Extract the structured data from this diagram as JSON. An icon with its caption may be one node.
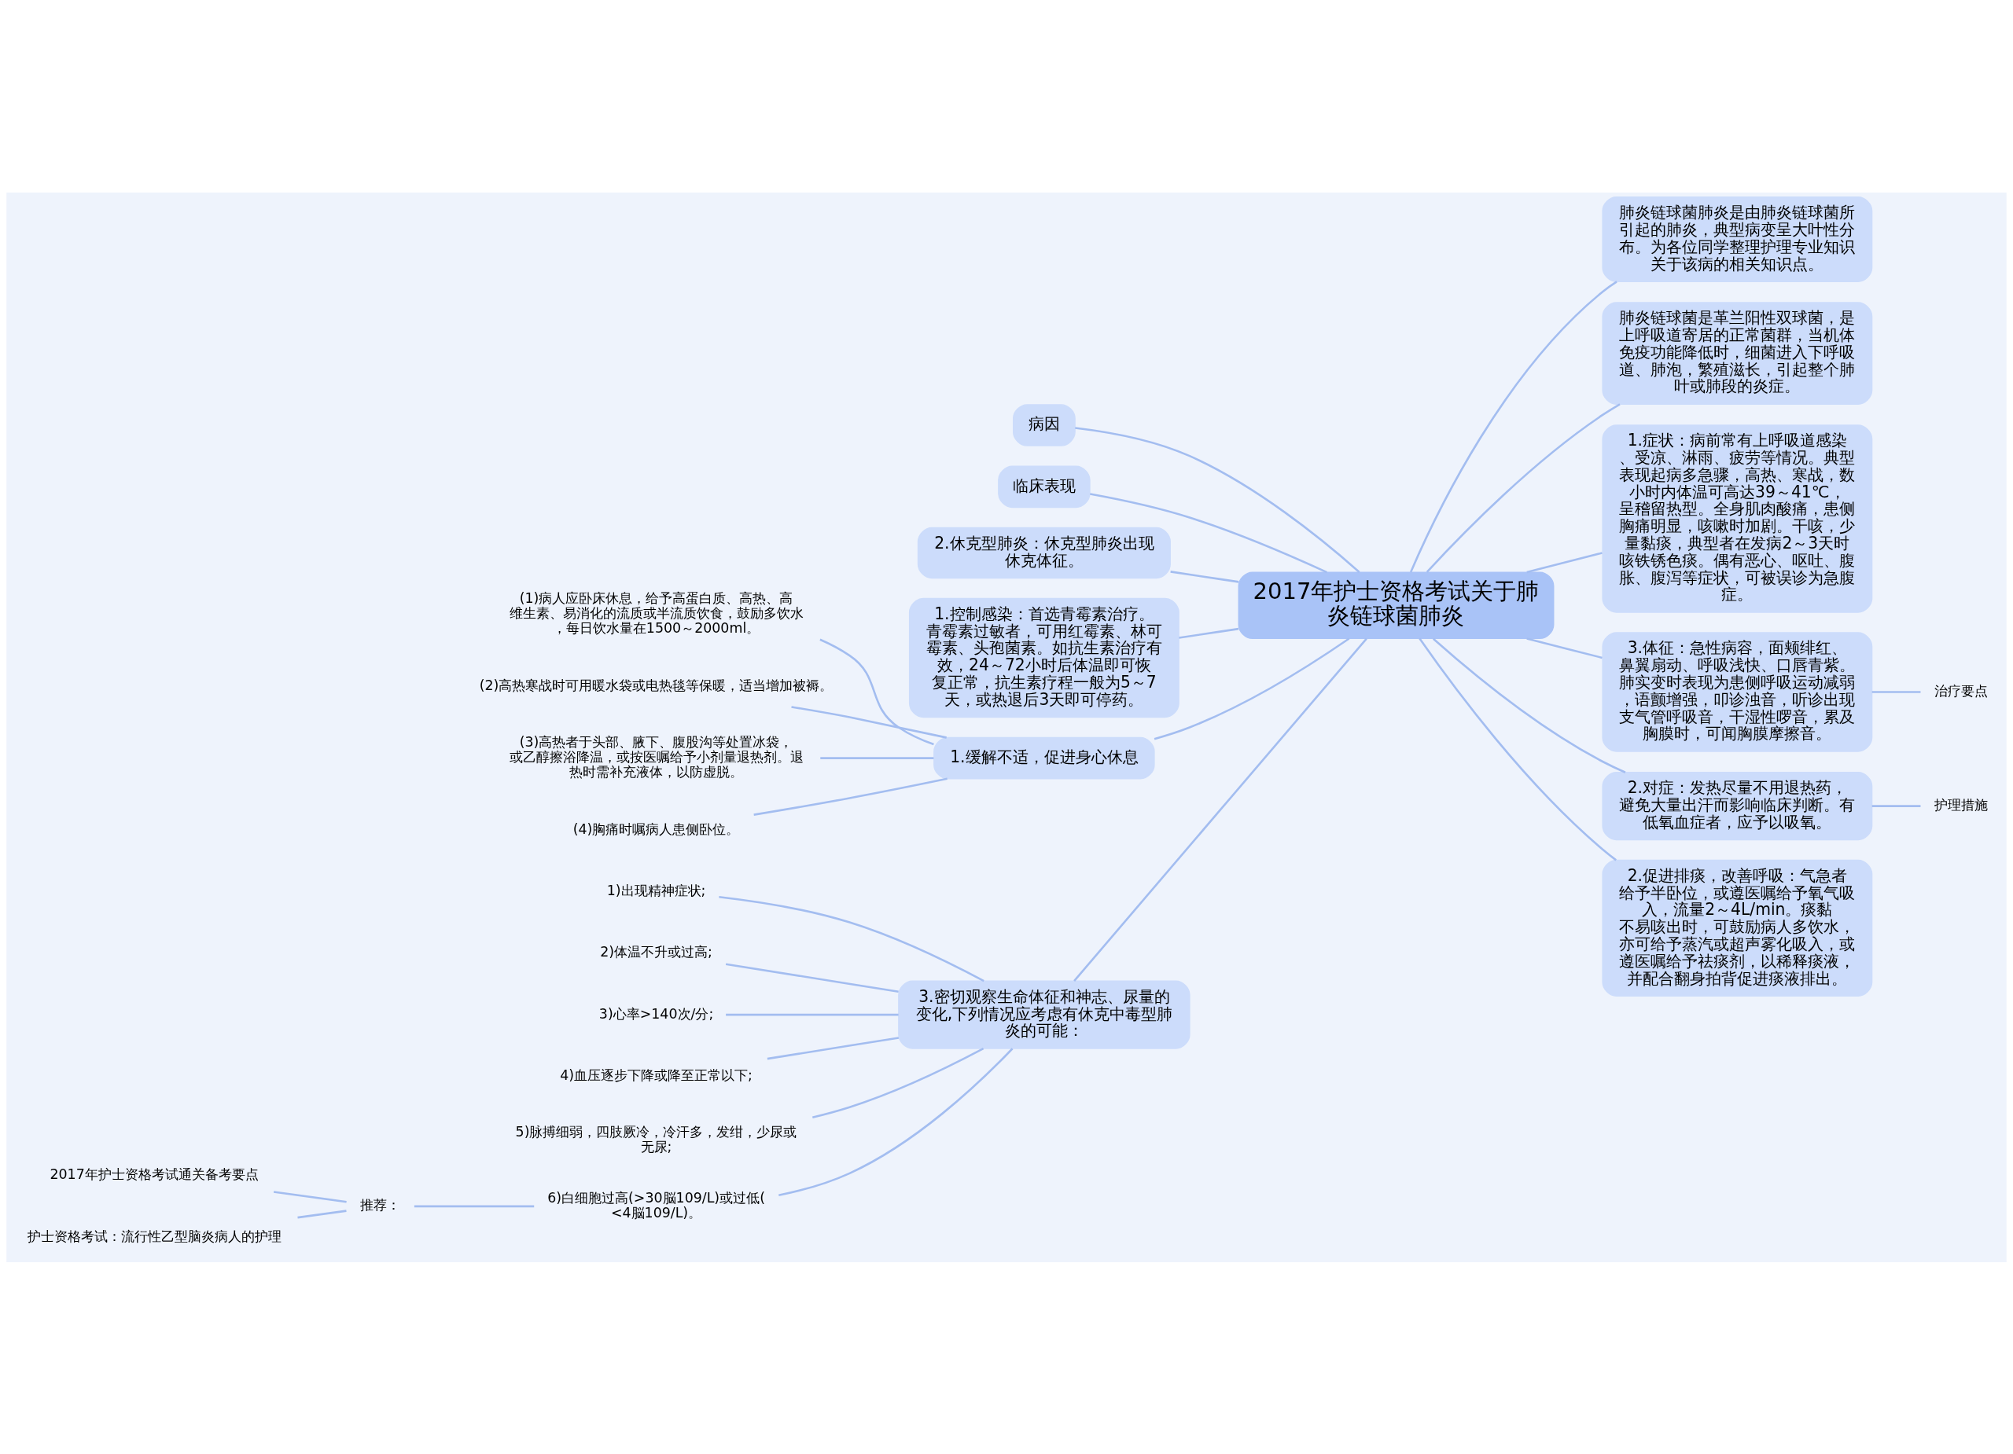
{
  "diagram": {
    "nodes": [
      {
        "text": [
          "2017年护士资格考试关于肺炎链球菌肺炎"
        ]
      },
      {
        "text": [
          "病因"
        ]
      },
      {
        "text": [
          "临床表现"
        ]
      },
      {
        "text": [
          "2.休克型肺炎：休克型肺炎出现休克体征。"
        ]
      },
      {
        "text": [
          "1.控制感染：首选青霉素治疗。青霉素过敏者，可用红霉素、林可霉素、头孢菌素。如抗生素治疗有效，24～72小时后体温即可恢复正常，抗生素疗程一般为5～7天，或热退后3天即可停药。"
        ]
      },
      {
        "text": [
          "1.缓解不适，促进身心休息"
        ]
      },
      {
        "text": [
          "(1)病人应卧床休息，给予高蛋白质、高热、高维生素、易消化的流质或半流质饮食，鼓励多饮水，每日饮水量在1500～2000ml。"
        ]
      },
      {
        "text": [
          "(2)高热寒战时可用暖水袋或电热毯等保暖，适当增加被褥。"
        ]
      },
      {
        "text": [
          "(3)高热者于头部、腋下、腹股沟等处置冰袋，或乙醇擦浴降温，或按医嘱给予小剂量退热剂。退热时需补充液体，以防虚脱。"
        ]
      },
      {
        "text": [
          "(4)胸痛时嘱病人患侧卧位。"
        ]
      },
      {
        "text": [
          "3.密切观察生命体征和神志、尿量的变化,下列情况应考虑有休克中毒型肺炎的可能："
        ]
      },
      {
        "text": [
          "1)出现精神症状;"
        ]
      },
      {
        "text": [
          "2)体温不升或过高;"
        ]
      },
      {
        "text": [
          "3)心率>140次/分;"
        ]
      },
      {
        "text": [
          "4)血压逐步下降或降至正常以下;"
        ]
      },
      {
        "text": [
          "5)脉搏细弱，四肢厥冷，冷汗多，发绀，少尿或无尿;"
        ]
      },
      {
        "text": [
          "6)白细胞过高(>30脳109/L)或过低(<4脳109/L)。"
        ]
      },
      {
        "text": [
          "推荐："
        ]
      },
      {
        "text": [
          "2017年护士资格考试通关备考要点"
        ]
      },
      {
        "text": [
          "护士资格考试：流行性乙型脑炎病人的护理"
        ]
      },
      {
        "text": [
          "肺炎链球菌肺炎是由肺炎链球菌所引起的肺炎，典型病变呈大叶性分布。为各位同学整理护理专业知识关于该病的相关知识点。"
        ]
      },
      {
        "text": [
          "肺炎链球菌是革兰阳性双球菌，是上呼吸道寄居的正常菌群，当机体免疫功能降低时，细菌进入下呼吸道、肺泡，繁殖滋长，引起整个肺叶或肺段的炎症。"
        ]
      },
      {
        "text": [
          "1.症状：病前常有上呼吸道感染、受凉、淋雨、疲劳等情况。典型表现起病多急骤，高热、寒战，数小时内体温可高达39～41℃，呈稽留热型。全身肌肉酸痛，患侧胸痛明显，咳嗽时加剧。干咳，少量黏痰，典型者在发病2～3天时咳铁锈色痰。偶有恶心、呕吐、腹胀、腹泻等症状，可被误诊为急腹症。"
        ]
      },
      {
        "text": [
          "3.体征：急性病容，面颊绯红、鼻翼扇动、呼吸浅快、口唇青紫。肺实变时表现为患侧呼吸运动减弱，语颤增强，叩诊浊音，听诊出现支气管呼吸音，干湿性啰音，累及胸膜时，可闻胸膜摩擦音。"
        ]
      },
      {
        "text": [
          "治疗要点"
        ]
      },
      {
        "text": [
          "2.对症：发热尽量不用退热药，避免大量出汗而影响临床判断。有低氧血症者，应予以吸氧。"
        ]
      },
      {
        "text": [
          "护理措施"
        ]
      },
      {
        "text": [
          "2.促进排痰，改善呼吸：气急者给予半卧位，或遵医嘱给予氧气吸入，流量2～4L/min。痰黏不易咳出时，可鼓励病人多饮水，亦可给予蒸汽或超声雾化吸入，或遵医嘱给予祛痰剂，以稀释痰液，并配合翻身拍背促进痰液排出。"
        ]
      }
    ],
    "edges": [
      {
        "from": 0,
        "to": 1,
        "arrow": "none"
      },
      {
        "from": 0,
        "to": 2,
        "arrow": "none"
      },
      {
        "from": 0,
        "to": 3,
        "arrow": "none"
      },
      {
        "from": 0,
        "to": 4,
        "arrow": "none"
      },
      {
        "from": 0,
        "to": 5,
        "arrow": "none"
      },
      {
        "from": 5,
        "to": 6,
        "arrow": "none"
      },
      {
        "from": 5,
        "to": 7,
        "arrow": "none"
      },
      {
        "from": 5,
        "to": 8,
        "arrow": "none"
      },
      {
        "from": 5,
        "to": 9,
        "arrow": "none"
      },
      {
        "from": 0,
        "to": 10,
        "arrow": "none"
      },
      {
        "from": 10,
        "to": 11,
        "arrow": "none"
      },
      {
        "from": 10,
        "to": 12,
        "arrow": "none"
      },
      {
        "from": 10,
        "to": 13,
        "arrow": "none"
      },
      {
        "from": 10,
        "to": 14,
        "arrow": "none"
      },
      {
        "from": 10,
        "to": 15,
        "arrow": "none"
      },
      {
        "from": 10,
        "to": 16,
        "arrow": "none"
      },
      {
        "from": 16,
        "to": 17,
        "arrow": "none"
      },
      {
        "from": 17,
        "to": 18,
        "arrow": "none"
      },
      {
        "from": 17,
        "to": 19,
        "arrow": "none"
      },
      {
        "from": 0,
        "to": 20,
        "arrow": "none"
      },
      {
        "from": 0,
        "to": 21,
        "arrow": "none"
      },
      {
        "from": 0,
        "to": 22,
        "arrow": "none"
      },
      {
        "from": 0,
        "to": 23,
        "arrow": "none"
      },
      {
        "from": 23,
        "to": 24,
        "arrow": "none"
      },
      {
        "from": 0,
        "to": 25,
        "arrow": "none"
      },
      {
        "from": 25,
        "to": 26,
        "arrow": "none"
      },
      {
        "from": 0,
        "to": 27,
        "arrow": "none"
      }
    ]
  }
}
